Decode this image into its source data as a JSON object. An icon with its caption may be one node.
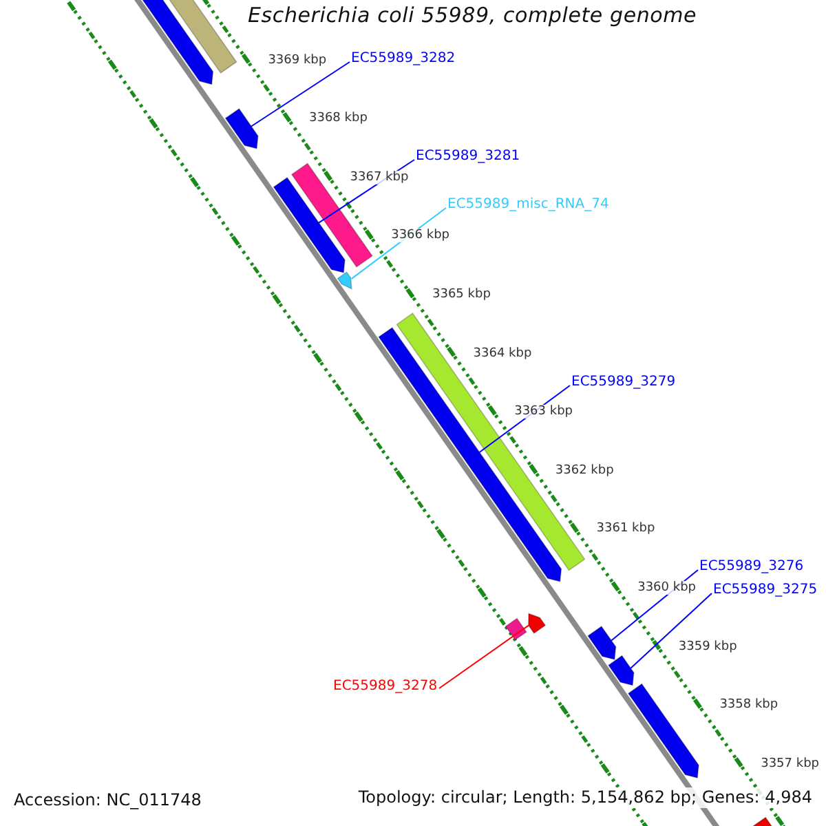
{
  "diagram": {
    "title": "Escherichia coli 55989, complete genome",
    "nodes": [
      {
        "text": [
          "EC55989_3282"
        ]
      },
      {
        "text": [],
        "shape": "bar"
      },
      {
        "text": [
          "EC55989_3281"
        ]
      },
      {
        "text": [],
        "shape": "bar"
      },
      {
        "text": [
          "EC55989_misc_RNA_74"
        ]
      },
      {
        "text": [],
        "shape": "bar"
      },
      {
        "text": [
          "EC55989_3279"
        ]
      },
      {
        "text": [],
        "shape": "bar"
      },
      {
        "text": [
          "EC55989_3276"
        ]
      },
      {
        "text": [],
        "shape": "bar"
      },
      {
        "text": [
          "EC55989_3275"
        ]
      },
      {
        "text": [],
        "shape": "bar"
      },
      {
        "text": [
          "EC55989_3278"
        ]
      },
      {
        "text": [],
        "shape": "bar"
      },
      {
        "text": [],
        "shape": "bar"
      },
      {
        "text": [],
        "shape": "bar"
      },
      {
        "text": [],
        "shape": "bar"
      },
      {
        "text": [],
        "shape": "bar"
      },
      {
        "text": [],
        "shape": "bar"
      },
      {
        "text": [],
        "shape": "bar"
      },
      {
        "text": [],
        "shape": "bar"
      }
    ],
    "edges": [
      {
        "from": 0,
        "to": 1,
        "arrow": "none"
      },
      {
        "from": 2,
        "to": 3,
        "arrow": "none"
      },
      {
        "from": 4,
        "to": 5,
        "arrow": "none",
        "color": "#33ccff"
      },
      {
        "from": 6,
        "to": 7,
        "arrow": "none"
      },
      {
        "from": 8,
        "to": 9,
        "arrow": "none"
      },
      {
        "from": 10,
        "to": 11,
        "arrow": "none"
      },
      {
        "from": 12,
        "to": 13,
        "arrow": "none",
        "color": "#ff0000"
      }
    ],
    "labels": [
      "3369 kbp",
      "3368 kbp",
      "3367 kbp",
      "3366 kbp",
      "3365 kbp",
      "3364 kbp",
      "3363 kbp",
      "3362 kbp",
      "3361 kbp",
      "3360 kbp",
      "3359 kbp",
      "3358 kbp",
      "3357 kbp",
      "Accession: NC_011748",
      "Topology: circular; Length: 5,154,862 bp; Genes: 4,984"
    ]
  }
}
